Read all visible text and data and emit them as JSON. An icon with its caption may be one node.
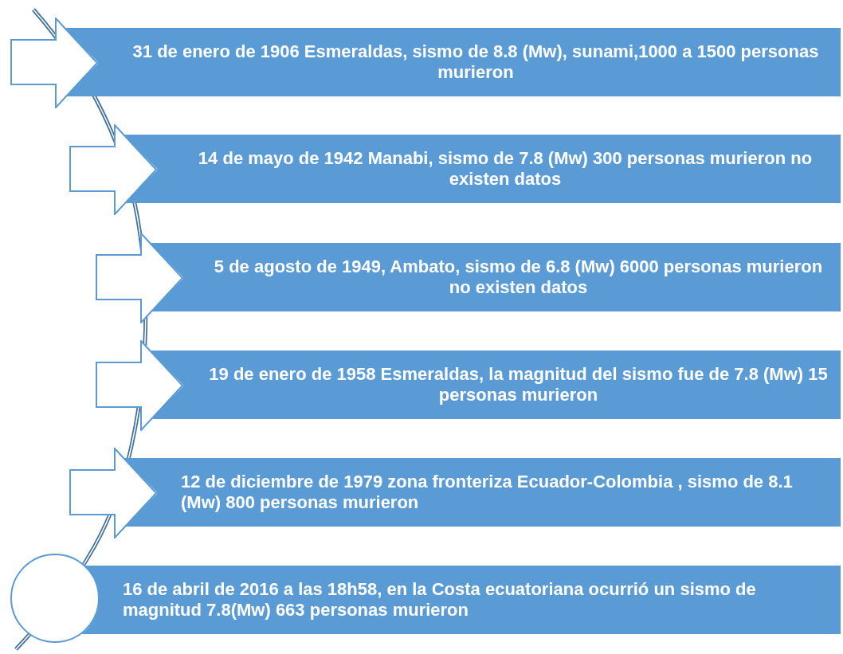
{
  "diagram": {
    "nodes": [
      {
        "text": [
          "31 de enero de 1906 Esmeraldas, sismo de 8.8 (Mw), sunami,1000 a 1500 personas murieron"
        ]
      },
      {
        "text": [
          "14 de mayo de 1942 Manabi, sismo de 7.8 (Mw) 300 personas murieron no existen datos"
        ]
      },
      {
        "text": [
          "5 de agosto de 1949, Ambato, sismo de 6.8 (Mw) 6000 personas murieron no existen datos"
        ]
      },
      {
        "text": [
          "19 de enero de 1958 Esmeraldas, la  magnitud del sismo fue de 7.8 (Mw) 15 personas murieron"
        ]
      },
      {
        "text": [
          "12 de diciembre de 1979 zona fronteriza Ecuador-Colombia , sismo de 8.1 (Mw) 800 personas murieron"
        ]
      },
      {
        "text": [],
        "shape": "circle"
      },
      {
        "text": [
          "16 de abril de 2016 a las 18h58, en la Costa ecuatoriana ocurrió un sismo de magnitud 7.8(Mw) 663 personas murieron"
        ]
      }
    ],
    "edges": [
      {
        "from": null,
        "to": 0,
        "arrow": "to"
      },
      {
        "from": null,
        "to": 1,
        "arrow": "to"
      },
      {
        "from": null,
        "to": 2,
        "arrow": "to"
      },
      {
        "from": null,
        "to": 3,
        "arrow": "to"
      },
      {
        "from": null,
        "to": 4,
        "arrow": "to"
      }
    ]
  }
}
